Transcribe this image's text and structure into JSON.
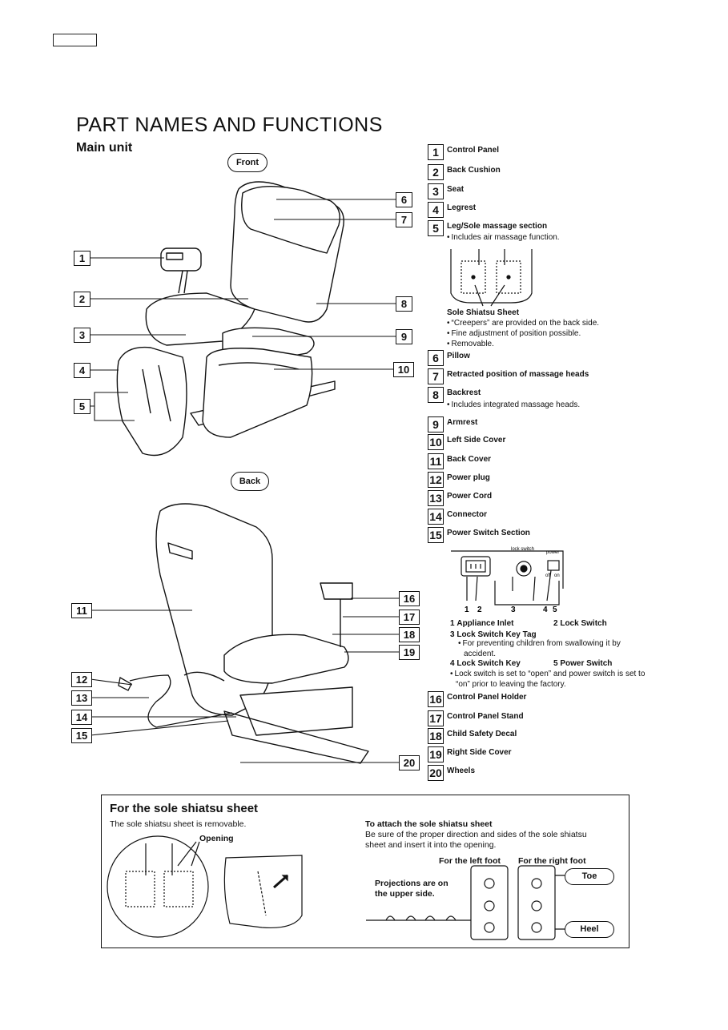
{
  "page": {
    "title": "PART NAMES AND FUNCTIONS",
    "subtitle": "Main unit",
    "front_label": "Front",
    "back_label": "Back"
  },
  "parts": [
    {
      "num": "1",
      "label": "Control Panel"
    },
    {
      "num": "2",
      "label": "Back Cushion"
    },
    {
      "num": "3",
      "label": "Seat"
    },
    {
      "num": "4",
      "label": "Legrest"
    },
    {
      "num": "5",
      "label": "Leg/Sole massage section"
    },
    {
      "num": "6",
      "label": "Pillow"
    },
    {
      "num": "7",
      "label": "Retracted position of massage heads"
    },
    {
      "num": "8",
      "label": "Backrest"
    },
    {
      "num": "9",
      "label": "Armrest"
    },
    {
      "num": "10",
      "label": "Left Side Cover"
    },
    {
      "num": "11",
      "label": "Back Cover"
    },
    {
      "num": "12",
      "label": "Power plug"
    },
    {
      "num": "13",
      "label": "Power Cord"
    },
    {
      "num": "14",
      "label": "Connector"
    },
    {
      "num": "15",
      "label": "Power Switch Section"
    },
    {
      "num": "16",
      "label": "Control Panel Holder"
    },
    {
      "num": "17",
      "label": "Control Panel Stand"
    },
    {
      "num": "18",
      "label": "Child Safety Decal"
    },
    {
      "num": "19",
      "label": "Right Side Cover"
    },
    {
      "num": "20",
      "label": "Wheels"
    }
  ],
  "notes": {
    "leg_sole": "Includes air massage function.",
    "sole_title": "Sole Shiatsu Sheet",
    "sole_1": "“Creepers” are provided on the back side.",
    "sole_2": "Fine adjustment of position possible.",
    "sole_3": "Removable.",
    "backrest": "Includes integrated massage heads.",
    "switch_lock_label": "lock switch",
    "switch_power_label": "power",
    "switch_off": "off",
    "switch_on": "on",
    "switch_nums": [
      "1",
      "2",
      "3",
      "4",
      "5"
    ],
    "sw1_num": "1",
    "sw1": "Appliance Inlet",
    "sw2_num": "2",
    "sw2": "Lock Switch",
    "sw3_num": "3",
    "sw3": "Lock Switch Key Tag",
    "sw3_note_a": "For preventing children from swallowing it by",
    "sw3_note_b": "accident.",
    "sw4_num": "4",
    "sw4": "Lock Switch Key",
    "sw5_num": "5",
    "sw5": "Power Switch",
    "sw_note_a": "Lock switch is set to “open” and power switch is set to",
    "sw_note_b": "“on” prior to leaving the factory."
  },
  "sole_box": {
    "heading": "For the sole shiatsu sheet",
    "removable": "The sole shiatsu sheet is removable.",
    "opening": "Opening",
    "attach_title": "To attach the sole shiatsu sheet",
    "attach_a": "Be sure of the proper direction and sides of the sole shiatsu",
    "attach_b": "sheet and insert it into the opening.",
    "left_foot": "For the left foot",
    "right_foot": "For the right foot",
    "proj_a": "Projections are on",
    "proj_b": "the upper side.",
    "toe": "Toe",
    "heel": "Heel"
  }
}
